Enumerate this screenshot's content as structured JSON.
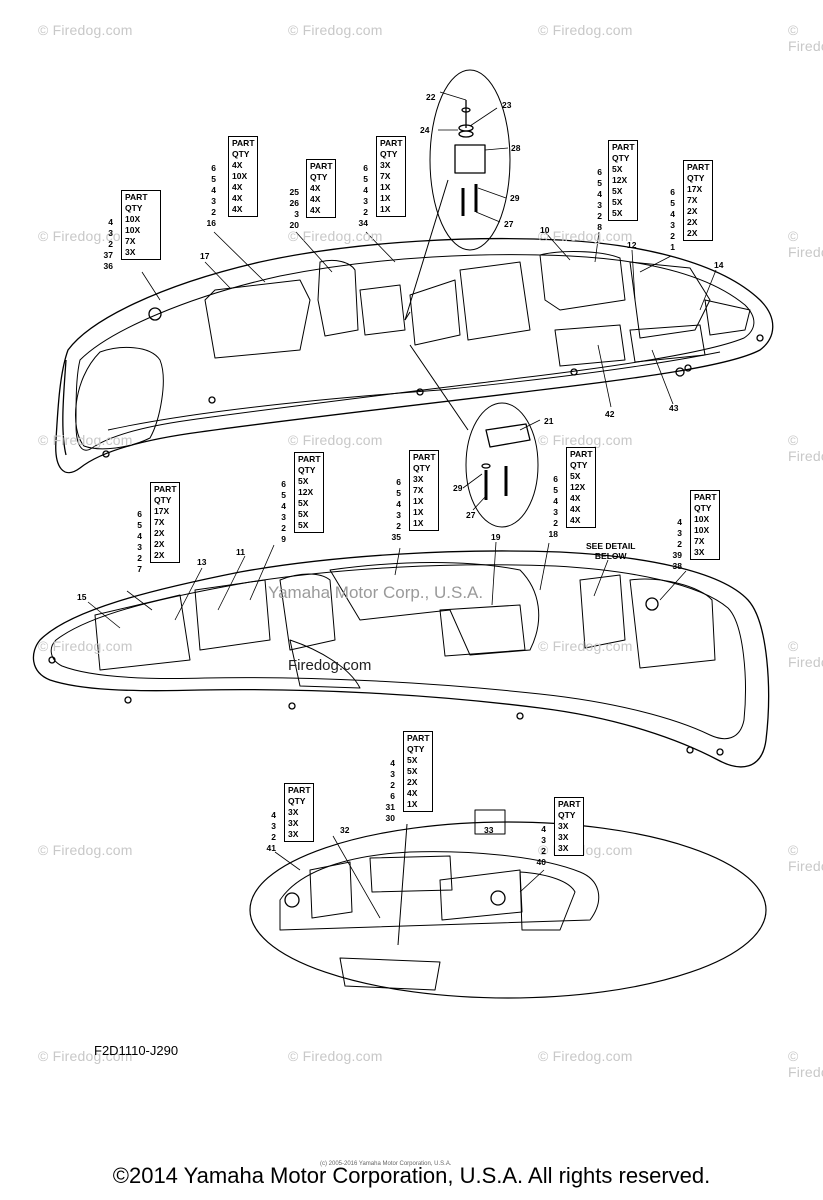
{
  "watermark": {
    "text": "© Firedog.com",
    "center_text": "Yamaha Motor Corp., U.S.A.",
    "center_logo_text": "Firedog.com"
  },
  "diagram_code": "F2D1110-J290",
  "copyright": "©2014 Yamaha Motor Corporation, U.S.A. All rights reserved.",
  "tiny_credit": "(c) 2005-2016 Yamaha Motor Corporation, U.S.A.",
  "detail_label": [
    "SEE DETAIL",
    "BELOW"
  ],
  "qty_header": [
    "PART",
    "QTY"
  ],
  "tables": [
    {
      "id": "t1",
      "rows": [
        "4",
        "3",
        "2",
        "37",
        "36"
      ],
      "qtys": [
        "10X",
        "10X",
        "7X",
        "3X"
      ]
    },
    {
      "id": "t2",
      "rows": [
        "6",
        "5",
        "4",
        "3",
        "2",
        "16"
      ],
      "qtys": [
        "4X",
        "10X",
        "4X",
        "4X",
        "4X"
      ]
    },
    {
      "id": "t3",
      "rows": [
        "25",
        "26",
        "3",
        "20"
      ],
      "qtys": [
        "4X",
        "4X",
        "4X"
      ]
    },
    {
      "id": "t4",
      "rows": [
        "6",
        "5",
        "4",
        "3",
        "2",
        "34"
      ],
      "qtys": [
        "3X",
        "7X",
        "1X",
        "1X",
        "1X"
      ]
    },
    {
      "id": "t5",
      "rows": [
        "6",
        "5",
        "4",
        "3",
        "2",
        "8"
      ],
      "qtys": [
        "5X",
        "12X",
        "5X",
        "5X",
        "5X"
      ]
    },
    {
      "id": "t6",
      "rows": [
        "6",
        "5",
        "4",
        "3",
        "2",
        "1"
      ],
      "qtys": [
        "17X",
        "7X",
        "2X",
        "2X",
        "2X"
      ]
    },
    {
      "id": "t7",
      "rows": [
        "6",
        "5",
        "4",
        "3",
        "2",
        "7"
      ],
      "qtys": [
        "17X",
        "7X",
        "2X",
        "2X",
        "2X"
      ]
    },
    {
      "id": "t8",
      "rows": [
        "6",
        "5",
        "4",
        "3",
        "2",
        "9"
      ],
      "qtys": [
        "5X",
        "12X",
        "5X",
        "5X",
        "5X"
      ]
    },
    {
      "id": "t9",
      "rows": [
        "6",
        "5",
        "4",
        "3",
        "2",
        "35"
      ],
      "qtys": [
        "3X",
        "7X",
        "1X",
        "1X",
        "1X"
      ]
    },
    {
      "id": "t10",
      "rows": [
        "6",
        "5",
        "4",
        "3",
        "2",
        "18"
      ],
      "qtys": [
        "5X",
        "12X",
        "4X",
        "4X",
        "4X"
      ]
    },
    {
      "id": "t11",
      "rows": [
        "4",
        "3",
        "2",
        "39",
        "38"
      ],
      "qtys": [
        "10X",
        "10X",
        "7X",
        "3X"
      ]
    },
    {
      "id": "t12",
      "rows": [
        "4",
        "3",
        "2",
        "41"
      ],
      "qtys": [
        "3X",
        "3X",
        "3X"
      ]
    },
    {
      "id": "t13",
      "rows": [
        "4",
        "3",
        "2",
        "6",
        "31",
        "30"
      ],
      "qtys": [
        "5X",
        "5X",
        "2X",
        "4X",
        "1X"
      ]
    },
    {
      "id": "t14",
      "rows": [
        "4",
        "3",
        "2",
        "40"
      ],
      "qtys": [
        "3X",
        "3X",
        "3X"
      ]
    }
  ],
  "callouts": {
    "c22": "22",
    "c23": "23",
    "c24": "24",
    "c28": "28",
    "c29a": "29",
    "c27a": "27",
    "c17": "17",
    "c10": "10",
    "c12": "12",
    "c14": "14",
    "c42": "42",
    "c43": "43",
    "c21": "21",
    "c29b": "29",
    "c27b": "27",
    "c13": "13",
    "c11": "11",
    "c15": "15",
    "c19": "19",
    "c32": "32",
    "c33": "33"
  }
}
